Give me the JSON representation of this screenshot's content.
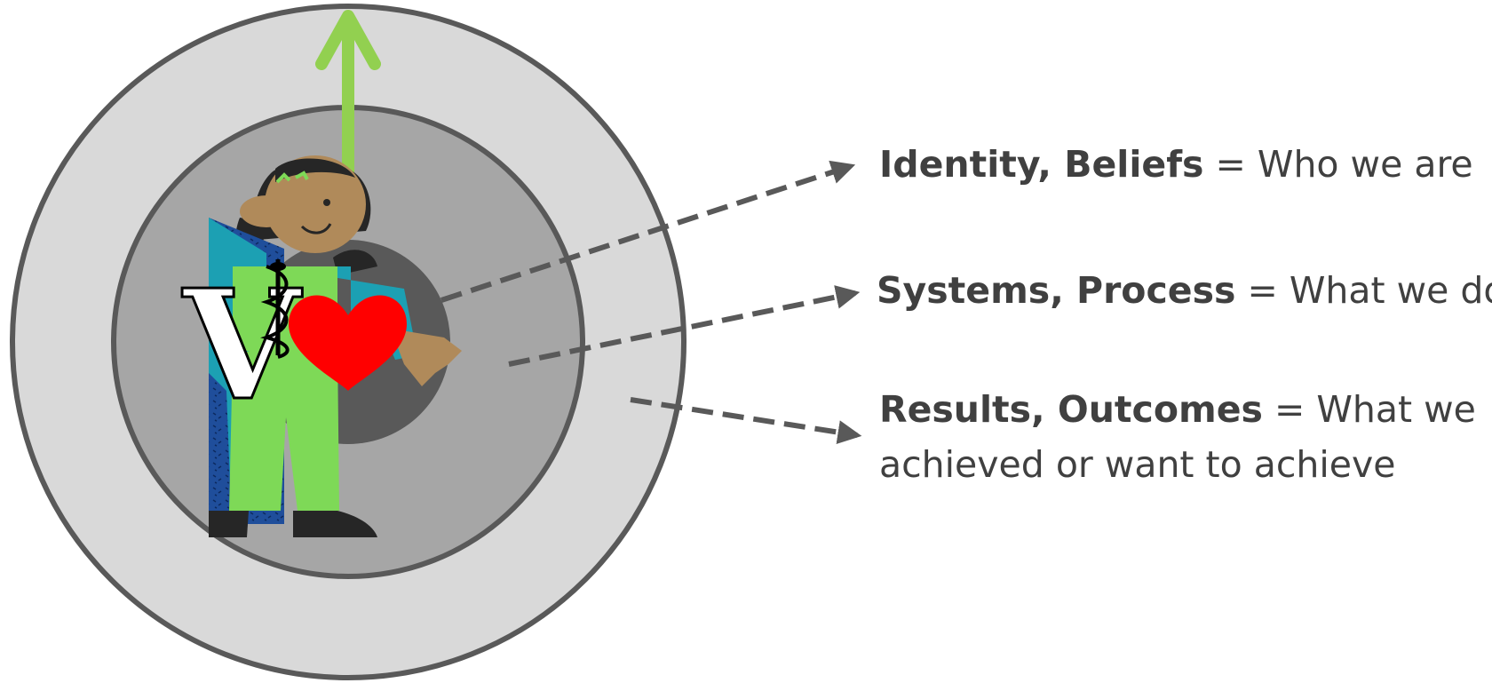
{
  "layers": [
    {
      "id": "identity",
      "term": "Identity, Beliefs",
      "definition": "= Who we are",
      "ring": "innermost"
    },
    {
      "id": "systems",
      "term": "Systems, Process",
      "definition": "= What we do",
      "ring": "middle"
    },
    {
      "id": "results",
      "term": "Results, Outcomes",
      "definition": "= What we achieved or want to achieve",
      "ring": "outer"
    }
  ],
  "colors": {
    "outer_ring": "#d9d9d9",
    "middle_ring": "#a6a6a6",
    "inner_core": "#595959",
    "ring_stroke": "#595959",
    "arrow_up": "#92d050",
    "arrow_dashed": "#595959",
    "label_text": "#404040",
    "heart": "#ff0000",
    "figure_skin": "#b08a5a",
    "figure_hair": "#262626",
    "figure_pants": "#7ed957",
    "figure_shirt": "#1ca0b3",
    "figure_cape": "#1f4e9b"
  },
  "icons": {
    "center_figure": "person-with-v-heart-emblem-icon",
    "upward_arrow": "up-arrow-icon"
  },
  "emblem": {
    "letter": "V",
    "symbol": "caduceus-heart"
  }
}
